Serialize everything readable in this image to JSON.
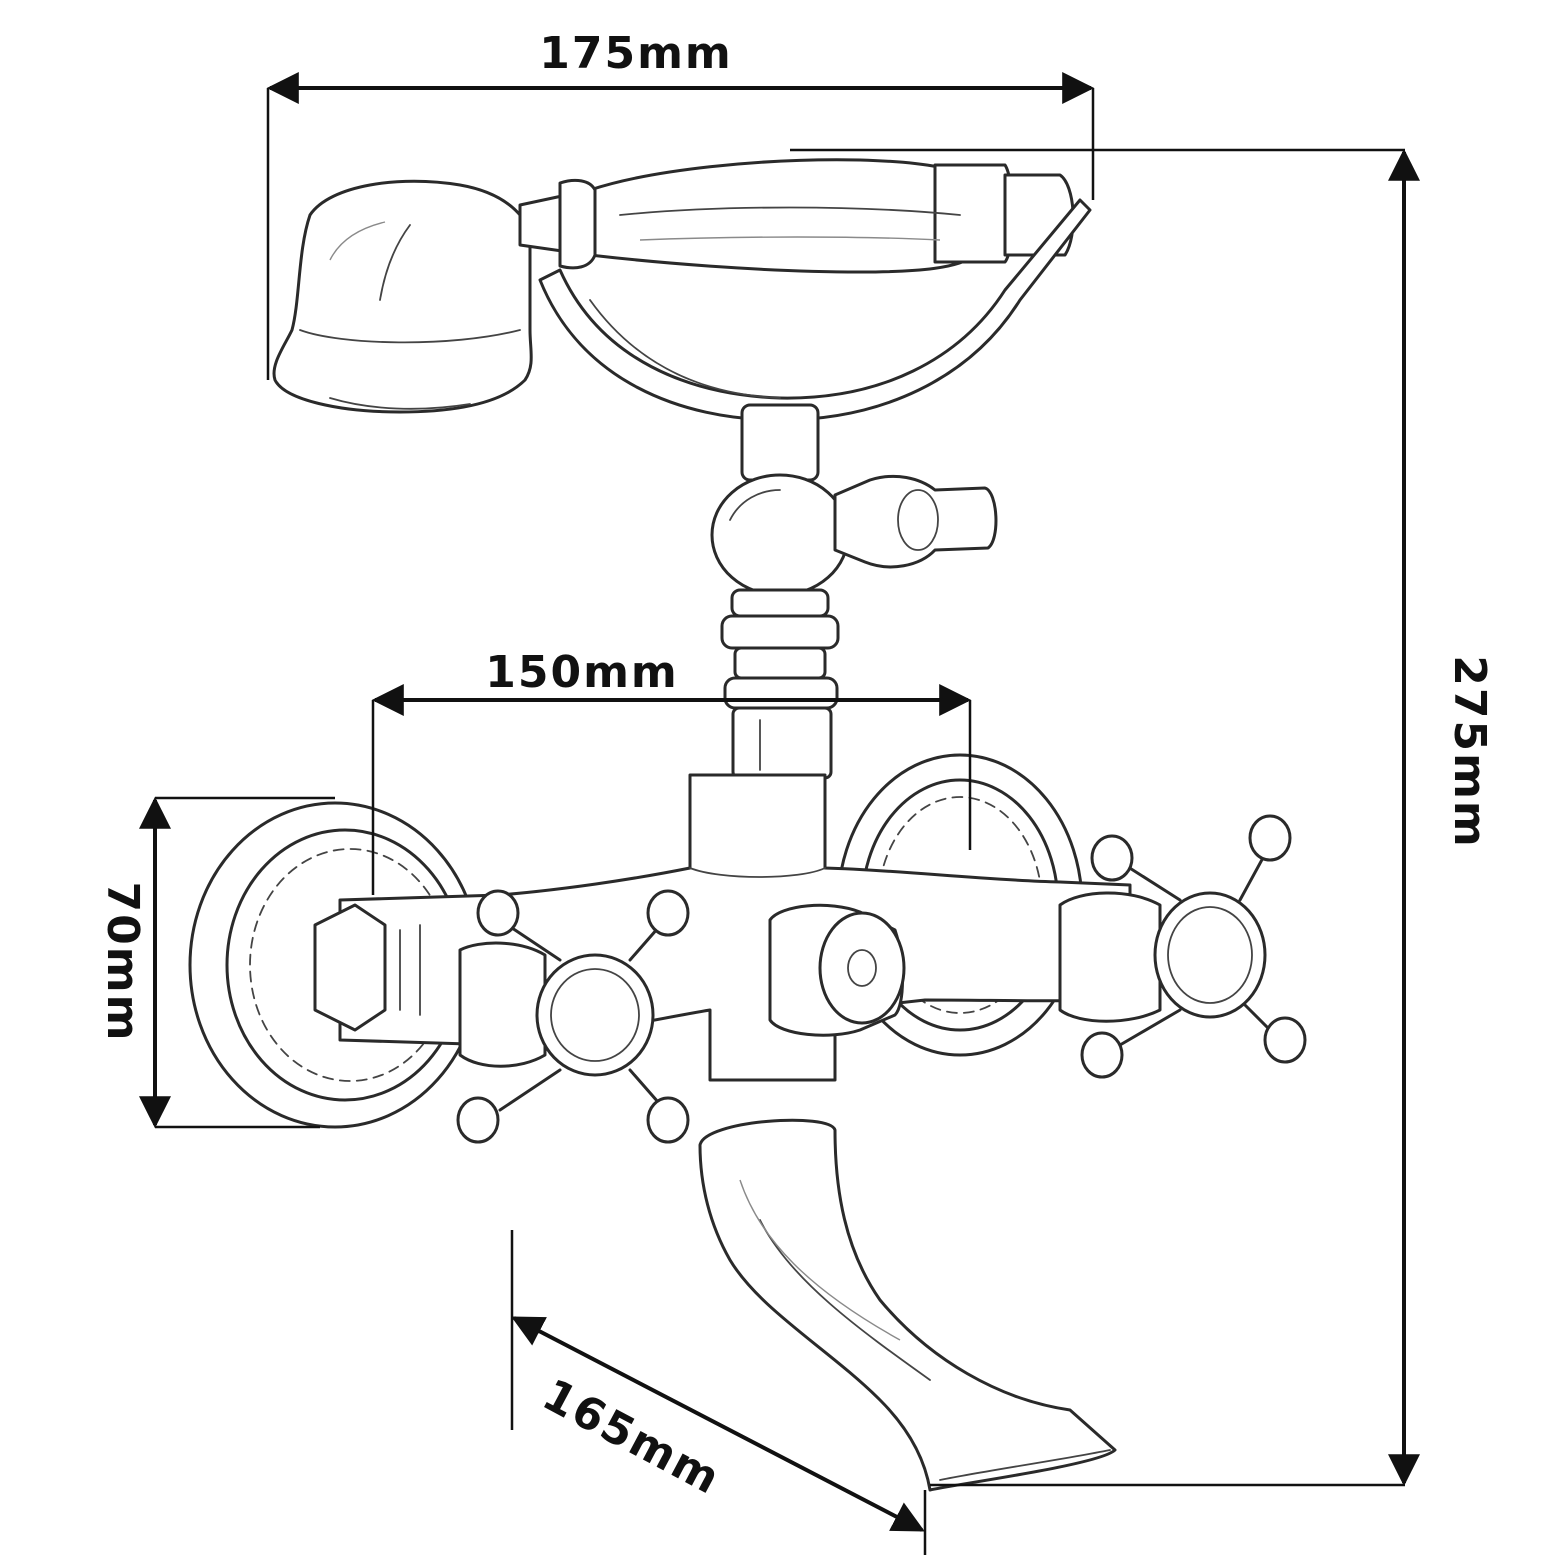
{
  "dimensions": {
    "handshower_width": "175mm",
    "total_height": "275mm",
    "inlet_spacing": "150mm",
    "flange_diameter": "70mm",
    "spout_reach": "165mm"
  }
}
